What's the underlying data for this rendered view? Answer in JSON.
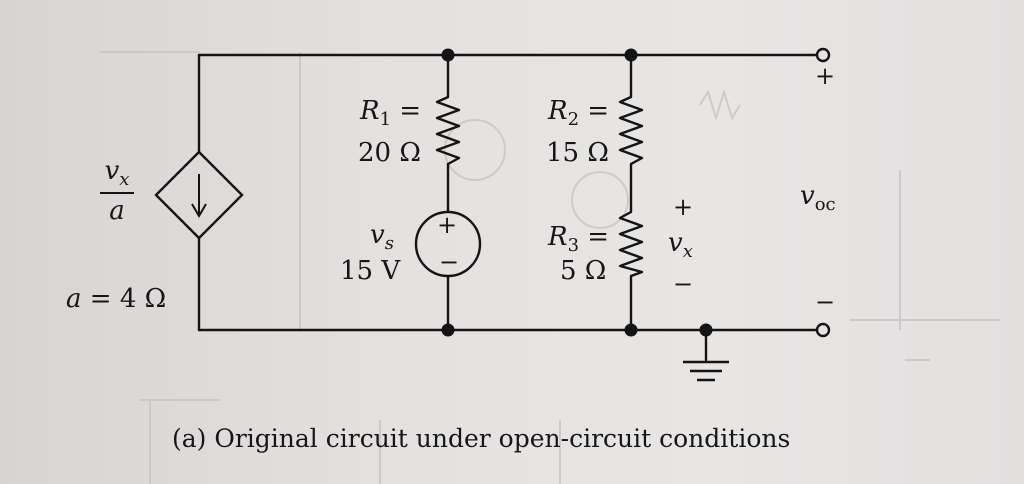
{
  "source": {
    "expr_num": "v",
    "expr_num_sub": "x",
    "expr_den": "a"
  },
  "source_param": "a = 4 Ω",
  "r1": {
    "name": "R",
    "sub": "1",
    "eq": " =",
    "value": "20 Ω"
  },
  "r2": {
    "name": "R",
    "sub": "2",
    "eq": " =",
    "value": "15 Ω"
  },
  "r3": {
    "name": "R",
    "sub": "3",
    "eq": " =",
    "value": "5 Ω"
  },
  "vs": {
    "name": "v",
    "sub": "s",
    "value": "15 V",
    "plus": "+",
    "minus": "−"
  },
  "vx": {
    "plus": "+",
    "name": "v",
    "sub": "x",
    "minus": "−"
  },
  "voc": {
    "name": "v",
    "sub": "oc",
    "plus": "+",
    "minus": "−"
  },
  "caption": "(a) Original circuit under open-circuit conditions",
  "colors": {
    "wire": "#141414",
    "paper": "#e6e3e2",
    "ink": "#161616"
  }
}
